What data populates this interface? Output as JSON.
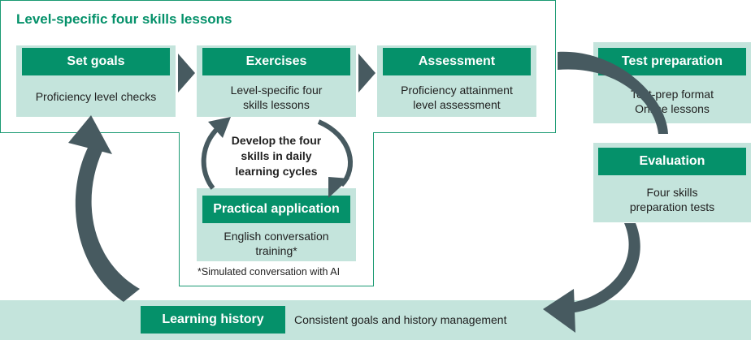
{
  "title": "Level-specific four skills lessons",
  "steps": [
    {
      "heading": "Set goals",
      "body": [
        "Proficiency level checks"
      ]
    },
    {
      "heading": "Exercises",
      "body": [
        "Level-specific four",
        "skills lessons"
      ]
    },
    {
      "heading": "Assessment",
      "body": [
        "Proficiency attainment",
        "level assessment"
      ]
    }
  ],
  "cycle_text": [
    "Develop the four",
    "skills in daily",
    "learning cycles"
  ],
  "practical": {
    "heading": "Practical application",
    "body": [
      "English conversation",
      "training*"
    ]
  },
  "footnote": "*Simulated conversation with AI",
  "test_prep": {
    "heading": "Test preparation",
    "body": [
      "Test-prep format",
      "Online lessons"
    ]
  },
  "evaluation": {
    "heading": "Evaluation",
    "body": [
      "Four skills",
      "preparation tests"
    ]
  },
  "history": {
    "heading": "Learning history",
    "body": "Consistent goals and history management"
  },
  "colors": {
    "accent": "#05916a",
    "card": "#c4e4dc",
    "arrow": "#475a60",
    "frame": "#1b9a73"
  }
}
